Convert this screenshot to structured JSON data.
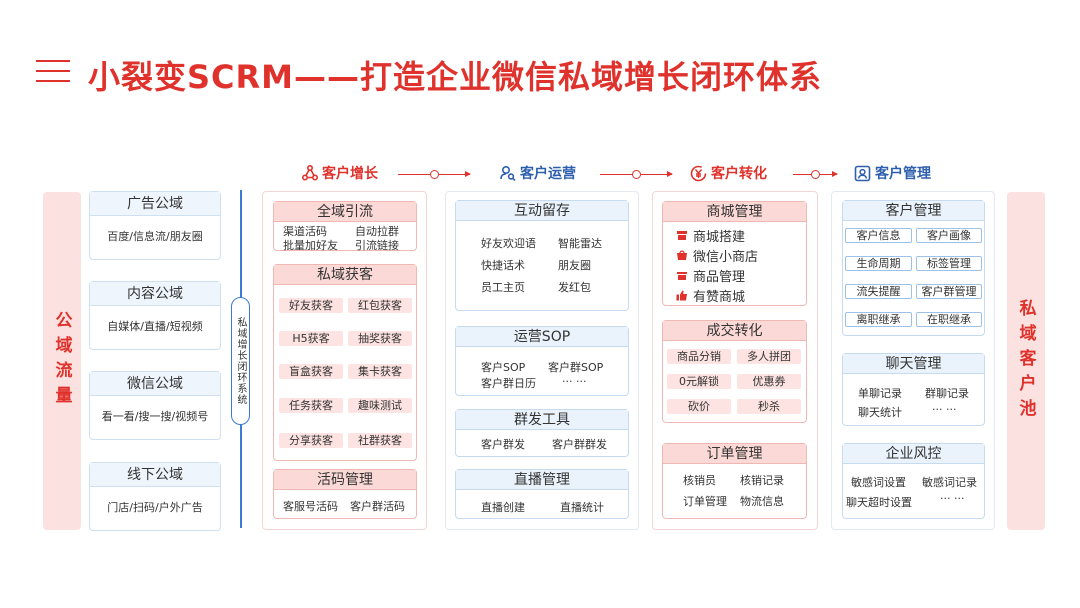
{
  "title": "小裂变SCRM——打造企业微信私域增长闭环体系",
  "left_side": "公域流量",
  "right_side": "私域客户池",
  "pill_text": "私域增长闭环系统",
  "stages": [
    "客户增长",
    "客户运营",
    "客户转化",
    "客户管理"
  ],
  "public_domains": [
    {
      "head": "广告公域",
      "body": "百度/信息流/朋友圈"
    },
    {
      "head": "内容公域",
      "body": "自媒体/直播/短视频"
    },
    {
      "head": "微信公域",
      "body": "看一看/搜一搜/视频号"
    },
    {
      "head": "线下公域",
      "body": "门店/扫码/户外广告"
    }
  ],
  "growth": {
    "full_domain": {
      "head": "全域引流",
      "items": [
        "渠道活码",
        "自动拉群",
        "批量加好友",
        "引流链接"
      ]
    },
    "private_acq": {
      "head": "私域获客",
      "tags": [
        "好友获客",
        "红包获客",
        "H5获客",
        "抽奖获客",
        "盲盒获客",
        "集卡获客",
        "任务获客",
        "趣味测试",
        "分享获客",
        "社群获客"
      ]
    },
    "live_code": {
      "head": "活码管理",
      "items": [
        "客服号活码",
        "客户群活码"
      ]
    }
  },
  "operation": {
    "interaction": {
      "head": "互动留存",
      "items": [
        "好友欢迎语",
        "智能雷达",
        "快捷话术",
        "朋友圈",
        "员工主页",
        "发红包"
      ]
    },
    "sop": {
      "head": "运营SOP",
      "items": [
        "客户SOP",
        "客户群SOP",
        "客户群日历",
        "··· ···"
      ]
    },
    "mass": {
      "head": "群发工具",
      "items": [
        "客户群发",
        "客户群群发"
      ]
    },
    "live": {
      "head": "直播管理",
      "items": [
        "直播创建",
        "直播统计"
      ]
    }
  },
  "conversion": {
    "mall": {
      "head": "商城管理",
      "items": [
        "商城搭建",
        "微信小商店",
        "商品管理",
        "有赞商城"
      ]
    },
    "deal": {
      "head": "成交转化",
      "tags": [
        "商品分销",
        "多人拼团",
        "0元解锁",
        "优惠券",
        "砍价",
        "秒杀"
      ]
    },
    "order": {
      "head": "订单管理",
      "items": [
        "核销员",
        "核销记录",
        "订单管理",
        "物流信息"
      ]
    }
  },
  "management": {
    "customer": {
      "head": "客户管理",
      "tags": [
        "客户信息",
        "客户画像",
        "生命周期",
        "标签管理",
        "流失提醒",
        "客户群管理",
        "离职继承",
        "在职继承"
      ]
    },
    "chat": {
      "head": "聊天管理",
      "items": [
        "单聊记录",
        "群聊记录",
        "聊天统计",
        "··· ···"
      ]
    },
    "risk": {
      "head": "企业风控",
      "items": [
        "敏感词设置",
        "敏感词记录",
        "聊天超时设置",
        "··· ···"
      ]
    }
  },
  "colors": {
    "red": "#e0322c",
    "blue": "#3a7bd5",
    "navy": "#2e5fae"
  }
}
